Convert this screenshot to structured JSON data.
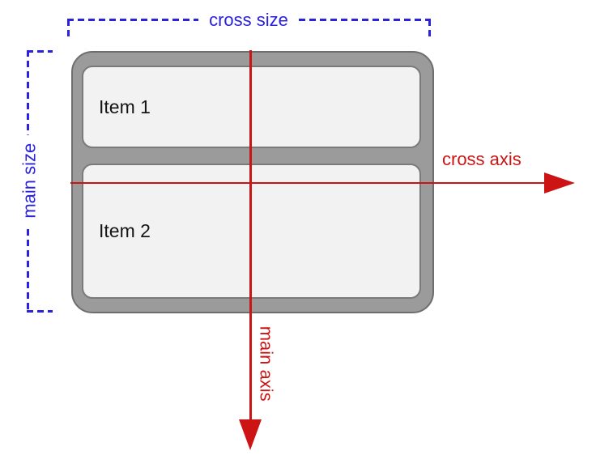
{
  "figure": {
    "type": "flexbox-axes-diagram",
    "annotations": {
      "cross_size": "cross size",
      "main_size": "main size",
      "cross_axis": "cross axis",
      "main_axis": "main axis"
    },
    "flex_container": {
      "items": [
        {
          "label": "Item 1"
        },
        {
          "label": "Item 2"
        }
      ]
    }
  },
  "colors": {
    "size_blue": "#2b22dd",
    "axis_red": "#cc1414",
    "container_fill": "#9b9b9b",
    "container_stroke": "#6e6e6e",
    "item_fill": "#f2f2f2",
    "item_stroke": "#7a7a7a",
    "item_text": "#151515",
    "background": "#ffffff"
  }
}
